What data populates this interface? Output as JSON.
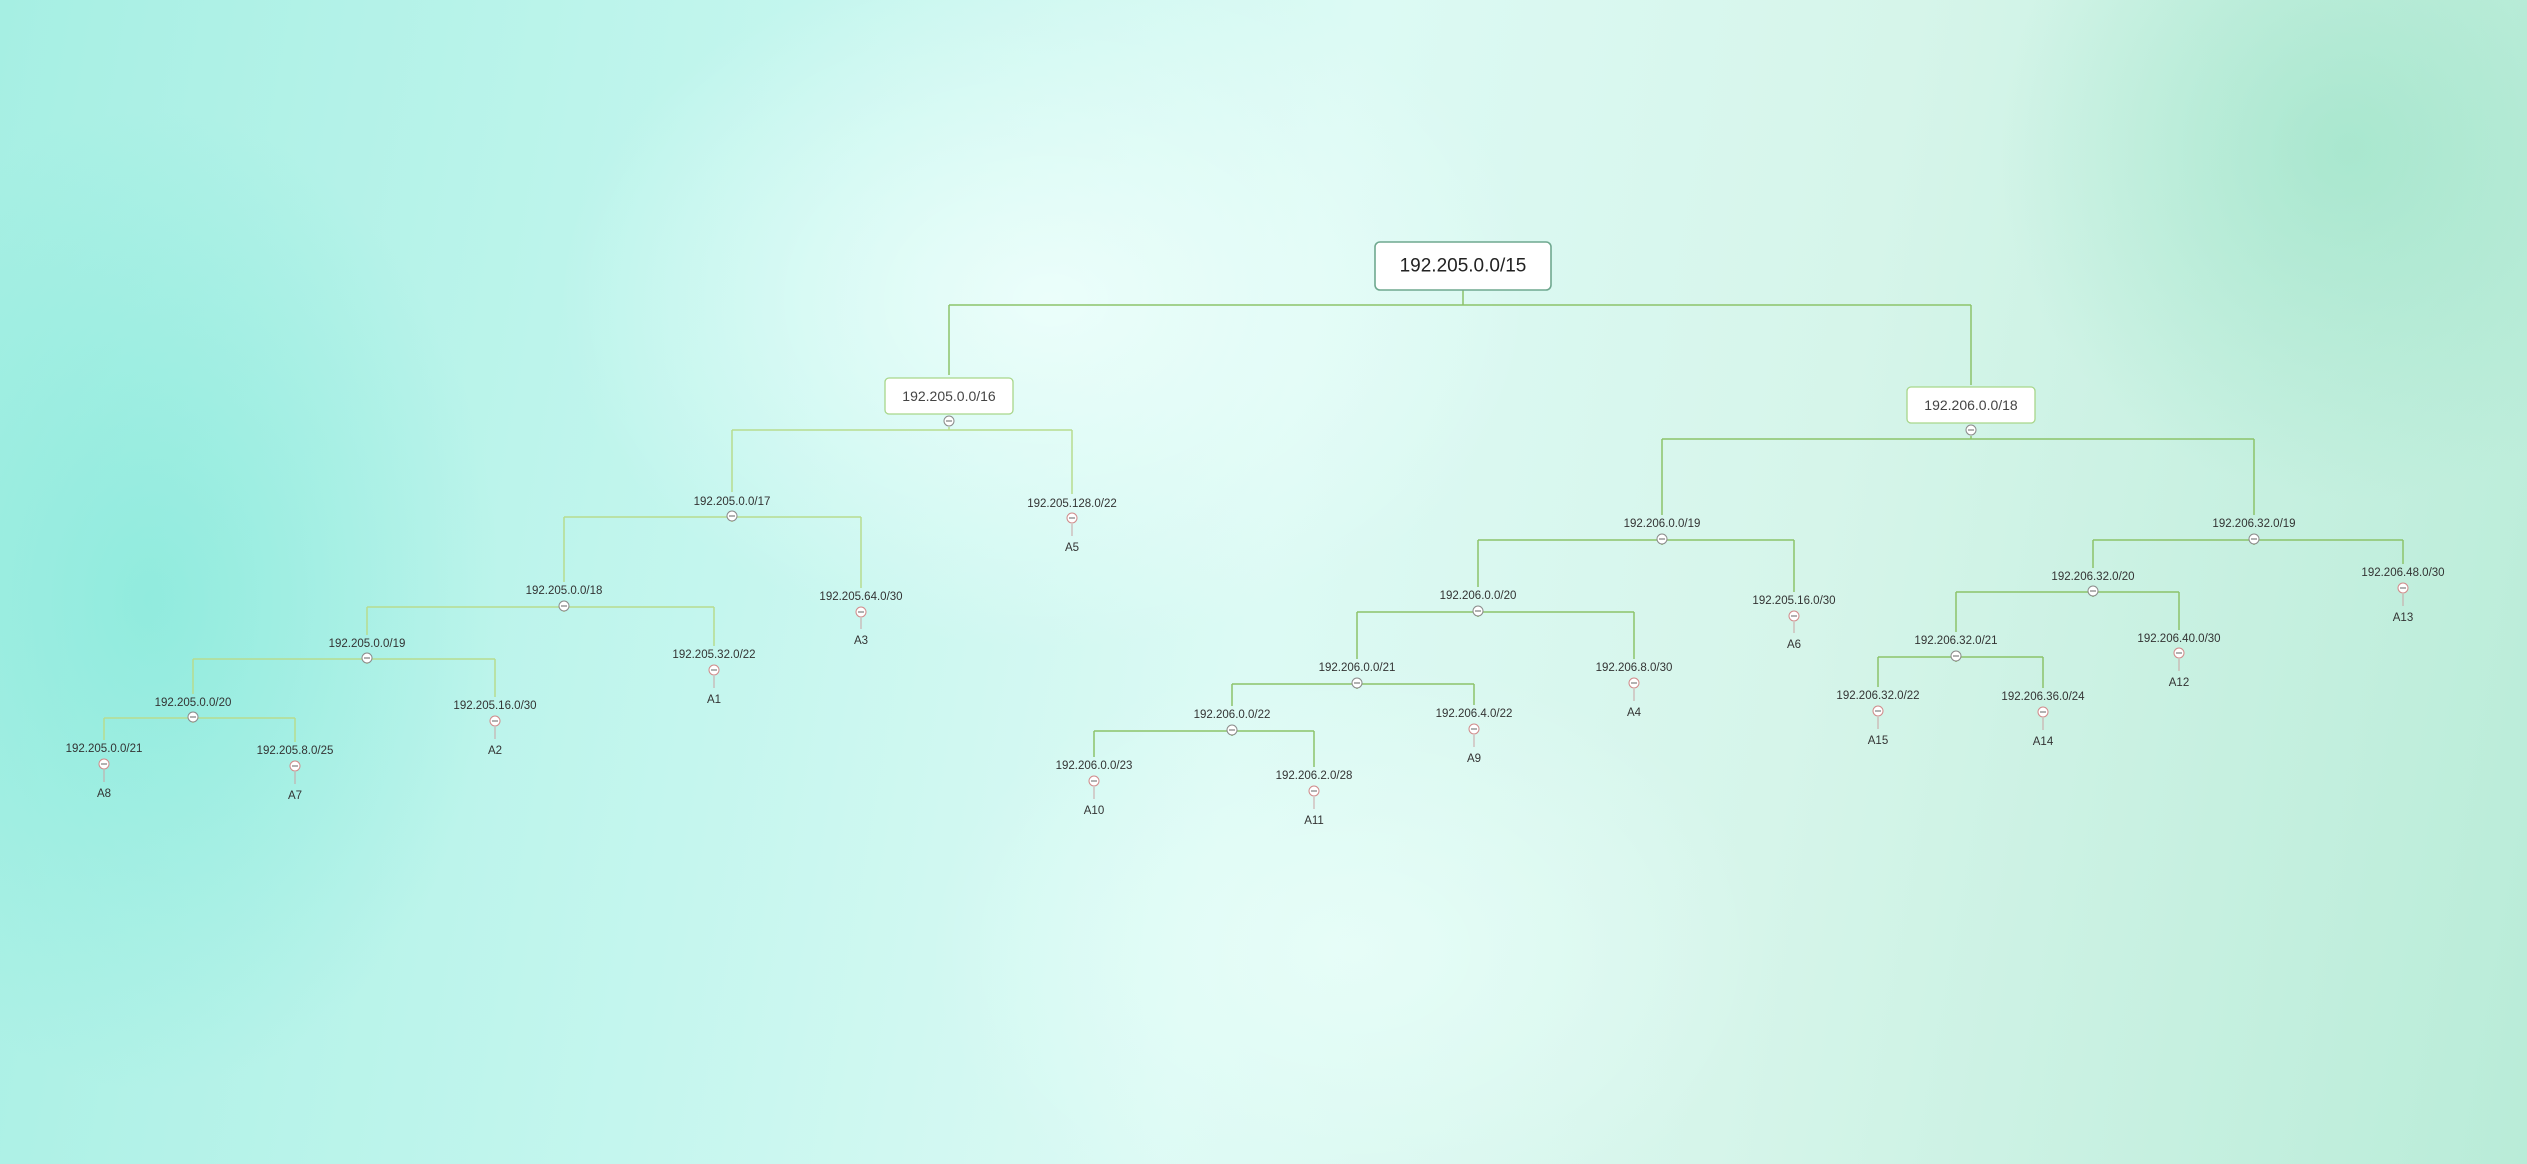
{
  "root": {
    "id": "root",
    "label": "192.205.0.0/15"
  },
  "nodes": [
    {
      "id": "n16",
      "label": "192.205.0.0/16"
    },
    {
      "id": "n17",
      "label": "192.205.0.0/17"
    },
    {
      "id": "n128",
      "label": "192.205.128.0/22"
    },
    {
      "id": "a5",
      "label": "A5"
    },
    {
      "id": "n18",
      "label": "192.205.0.0/18"
    },
    {
      "id": "n64",
      "label": "192.205.64.0/30"
    },
    {
      "id": "a3",
      "label": "A3"
    },
    {
      "id": "n19",
      "label": "192.205.0.0/19"
    },
    {
      "id": "n32",
      "label": "192.205.32.0/22"
    },
    {
      "id": "a1",
      "label": "A1"
    },
    {
      "id": "n20",
      "label": "192.205.0.0/20"
    },
    {
      "id": "n1630",
      "label": "192.205.16.0/30"
    },
    {
      "id": "a2",
      "label": "A2"
    },
    {
      "id": "n21",
      "label": "192.205.0.0/21"
    },
    {
      "id": "a8",
      "label": "A8"
    },
    {
      "id": "n825",
      "label": "192.205.8.0/25"
    },
    {
      "id": "a7",
      "label": "A7"
    },
    {
      "id": "m18",
      "label": "192.206.0.0/18"
    },
    {
      "id": "m19",
      "label": "192.206.0.0/19"
    },
    {
      "id": "m3219",
      "label": "192.206.32.0/19"
    },
    {
      "id": "m20",
      "label": "192.206.0.0/20"
    },
    {
      "id": "m1630",
      "label": "192.205.16.0/30"
    },
    {
      "id": "a6",
      "label": "A6"
    },
    {
      "id": "m21",
      "label": "192.206.0.0/21"
    },
    {
      "id": "m830",
      "label": "192.206.8.0/30"
    },
    {
      "id": "a4",
      "label": "A4"
    },
    {
      "id": "m22",
      "label": "192.206.0.0/22"
    },
    {
      "id": "m422",
      "label": "192.206.4.0/22"
    },
    {
      "id": "a9",
      "label": "A9"
    },
    {
      "id": "m23",
      "label": "192.206.0.0/23"
    },
    {
      "id": "a10",
      "label": "A10"
    },
    {
      "id": "m228",
      "label": "192.206.2.0/28"
    },
    {
      "id": "a11",
      "label": "A11"
    },
    {
      "id": "m3220",
      "label": "192.206.32.0/20"
    },
    {
      "id": "m4830",
      "label": "192.206.48.0/30"
    },
    {
      "id": "a13",
      "label": "A13"
    },
    {
      "id": "m3221",
      "label": "192.206.32.0/21"
    },
    {
      "id": "m4030",
      "label": "192.206.40.0/30"
    },
    {
      "id": "a12",
      "label": "A12"
    },
    {
      "id": "m3222",
      "label": "192.206.32.0/22"
    },
    {
      "id": "a15",
      "label": "A15"
    },
    {
      "id": "m3624",
      "label": "192.206.36.0/24"
    },
    {
      "id": "a14",
      "label": "A14"
    }
  ],
  "colors": {
    "edge_light": "#b7dc8f",
    "edge_dark": "#8cc36a",
    "root_border": "#6fa88f",
    "collapse_marker": "#d08a8a"
  },
  "icons": {
    "collapse_toggle": "minus-circle-icon"
  }
}
